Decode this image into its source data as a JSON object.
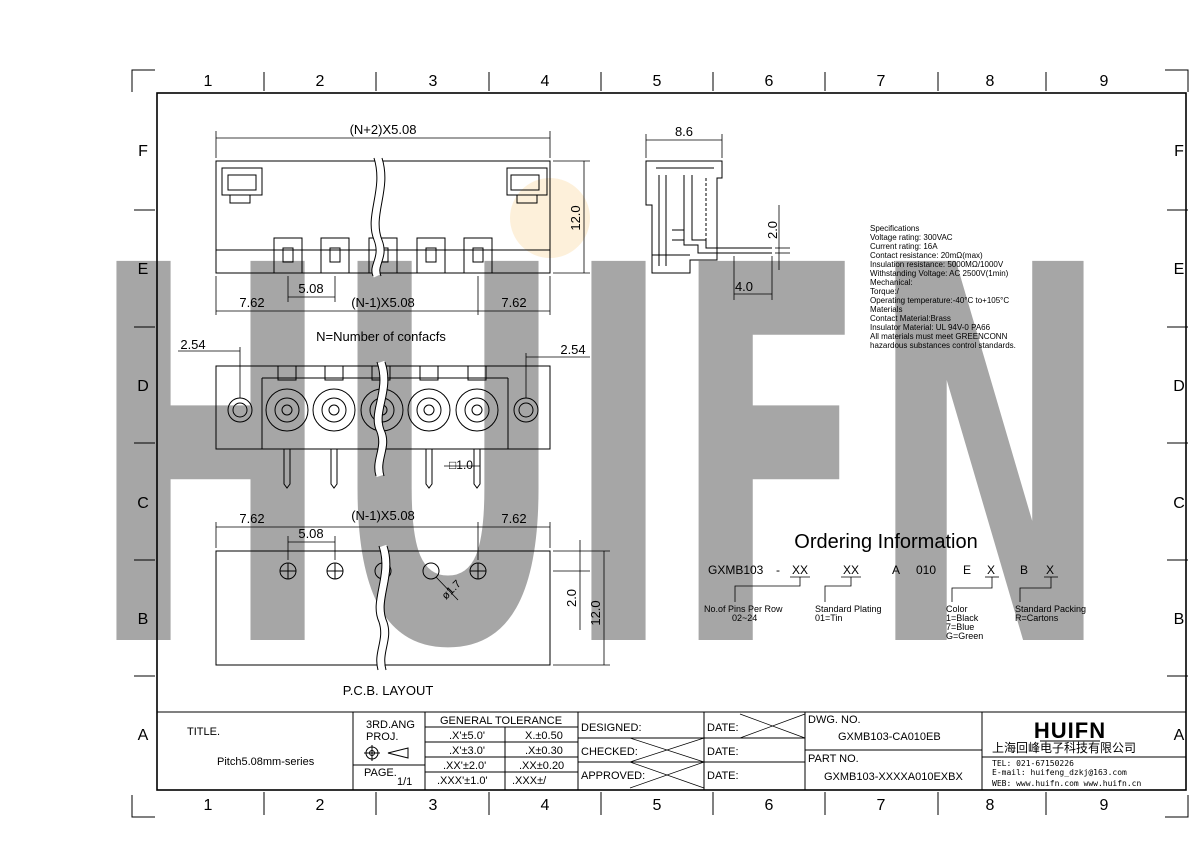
{
  "watermark": {
    "text": "HUIFN",
    "color": "#8da0cc"
  },
  "frame": {
    "columns": [
      "1",
      "2",
      "3",
      "4",
      "5",
      "6",
      "7",
      "8",
      "9"
    ],
    "rows": [
      "F",
      "E",
      "D",
      "C",
      "B",
      "A"
    ]
  },
  "top_view": {
    "overall_dim": "(N+2)X5.08",
    "height_dim": "12.0",
    "pitch_dim": "5.08",
    "span_dim": "(N-1)X5.08",
    "left_dim": "7.62",
    "right_dim": "7.62",
    "caption": "N=Number of confacfs"
  },
  "side_view": {
    "width_dim": "8.6",
    "pin_height_dim": "2.0",
    "pin_offset_dim": "4.0"
  },
  "front_view": {
    "left_dim": "2.54",
    "right_dim": "2.54",
    "pin_dim": "□1.0"
  },
  "pcb_view": {
    "left_dim": "7.62",
    "pitch_dim": "5.08",
    "span_dim": "(N-1)X5.08",
    "right_dim": "7.62",
    "hole_dim": "ø1.7",
    "offset_dim": "2.0",
    "height_dim": "12.0",
    "caption": "P.C.B. LAYOUT"
  },
  "specifications": [
    "Specifications",
    "Voltage rating: 300VAC",
    "Current rating: 16A",
    "Contact resistance: 20mΩ(max)",
    "Insulation resistance: 5000MΩ/1000V",
    "Withstanding Voltage: AC 2500V(1min)",
    "Mechanical:",
    "Torque:/",
    "Operating temperature:-40°C to+105°C",
    "Materials",
    "Contact Material:Brass",
    "Insulator Material: UL 94V-0 PA66",
    "All materials must meet GREENCONN",
    "hazardous substances control standards."
  ],
  "ordering": {
    "title": "Ordering Information",
    "code": [
      "GXMB103",
      "-",
      "XX",
      "XX",
      "A",
      "010",
      "E",
      "X",
      "B",
      "X"
    ],
    "pins_label": [
      "No.of Pins Per Row",
      "02~24"
    ],
    "plating_label": [
      "Standard Plating",
      "01=Tin"
    ],
    "color_label": [
      "Color",
      "1=Black",
      "7=Blue",
      "G=Green"
    ],
    "packing_label": [
      "Standard Packing",
      "R=Cartons"
    ]
  },
  "title_block": {
    "title_label": "TITLE.",
    "title_value": "Pitch5.08mm-series",
    "proj_label": [
      "3RD.ANG",
      "PROJ."
    ],
    "page_label": "PAGE.",
    "page_value": "1/1",
    "tolerance_header": "GENERAL TOLERANCE",
    "tolerances": [
      [
        ".X'±5.0'",
        "X.±0.50"
      ],
      [
        ".X'±3.0'",
        ".X±0.30"
      ],
      [
        ".XX'±2.0'",
        ".XX±0.20"
      ],
      [
        ".XXX'±1.0'",
        ".XXX±/"
      ]
    ],
    "designed": "DESIGNED:",
    "checked": "CHECKED:",
    "approved": "APPROVED:",
    "date": "DATE:",
    "dwg_label": "DWG. NO.",
    "dwg_value": "GXMB103-CA010EB",
    "part_label": "PART NO.",
    "part_value": "GXMB103-XXXXA010EXBX",
    "logo": "HUIFN",
    "company": "上海回峰电子科技有限公司",
    "tel": "TEL: 021-67150226",
    "email": "E-mail: huifeng_dzkj@163.com",
    "web": "WEB: www.huifn.com  www.huifn.cn"
  }
}
